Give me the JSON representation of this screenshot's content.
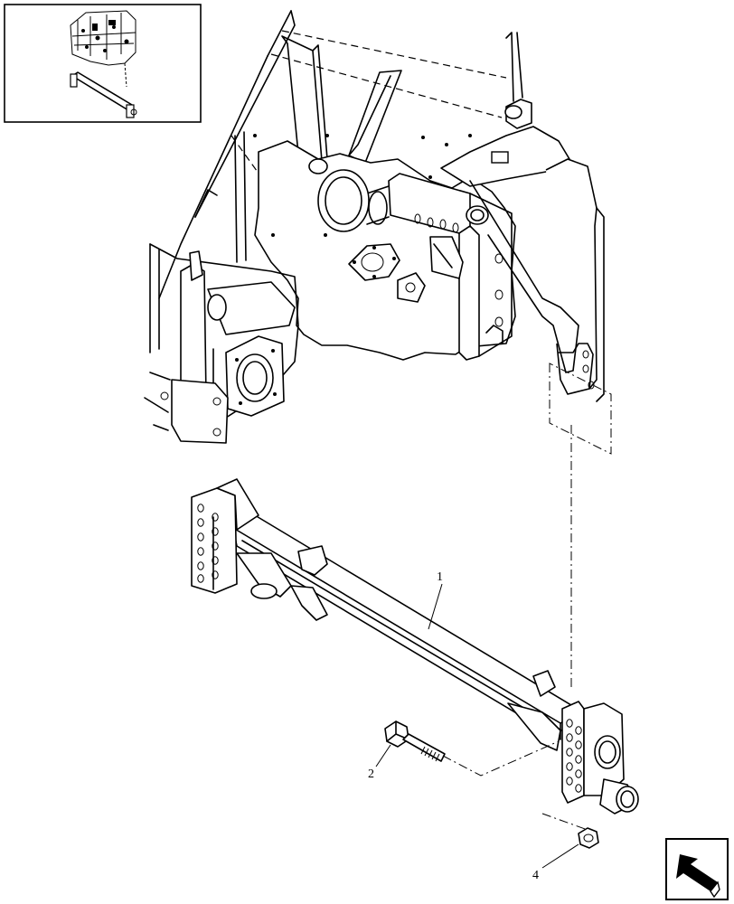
{
  "diagram": {
    "callouts": [
      {
        "label": "1"
      },
      {
        "label": "2"
      },
      {
        "label": "4"
      }
    ]
  },
  "icons": {
    "overview": "assembly-overview-thumbnail-icon",
    "navigation": "navigation-arrow-icon"
  }
}
